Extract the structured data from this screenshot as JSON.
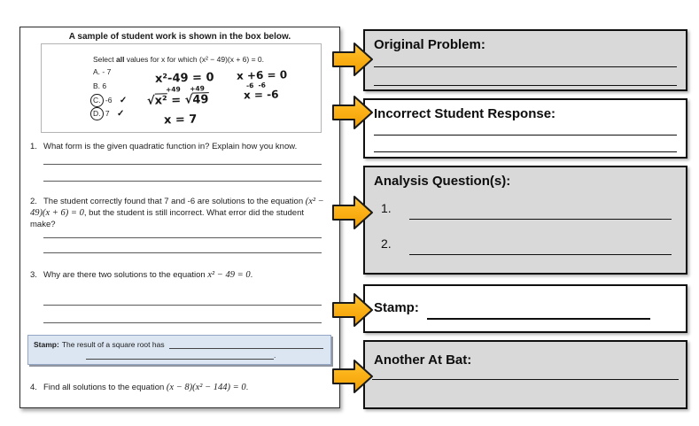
{
  "colors": {
    "arrow_fill": "#FBB117",
    "panel_gray": "#D9D9D9",
    "stamp_blue": "#DCE6F2"
  },
  "worksheet": {
    "title": "A sample of student work is shown in the box below.",
    "sample": {
      "prompt_pre": "Select ",
      "prompt_bold": "all",
      "prompt_post": " values for x for which (x² − 49)(x + 6) = 0.",
      "choices": [
        {
          "letter": "A.",
          "value": "- 7",
          "check": ""
        },
        {
          "letter": "B.",
          "value": "6",
          "check": ""
        },
        {
          "letter": "C.",
          "value": "-6",
          "check": "✓"
        },
        {
          "letter": "D.",
          "value": "7",
          "check": "✓"
        }
      ],
      "work": {
        "eq1": "x²-49 = 0",
        "eq1_carry": "+49    +49",
        "sqrt_sym1": "√",
        "sqrt_lhs": "x²",
        "sqrt_eq": "=",
        "sqrt_sym2": "√",
        "sqrt_rhs": "49",
        "eq3": "x = 7",
        "eq4": "x +6 = 0",
        "eq4_carry": "-6  -6",
        "eq5": "x = -6"
      }
    },
    "q1": {
      "num": "1.",
      "text": "What form is the given quadratic function in? Explain how you know."
    },
    "q2": {
      "num": "2.",
      "pre": "The student correctly found that 7 and -6 are solutions to the equation ",
      "math": "(x² − 49)(x + 6) = 0",
      "post": ", but the student is still incorrect. What error did the student make?"
    },
    "q3": {
      "num": "3.",
      "pre": "Why are there two solutions to the equation ",
      "math": "x² − 49 = 0",
      "post": "."
    },
    "q4": {
      "num": "4.",
      "pre": "Find all solutions to the equation ",
      "math": "(x − 8)(x² − 144) = 0",
      "post": "."
    },
    "stamp": {
      "label": "Stamp:",
      "text": "The result of a square root has",
      "period": "."
    }
  },
  "panels": {
    "original": {
      "label": "Original Problem:"
    },
    "incorrect": {
      "label": "Incorrect Student Response:"
    },
    "analysis": {
      "label": "Analysis Question(s):",
      "item1": "1.",
      "item2": "2."
    },
    "stamp": {
      "label": "Stamp:"
    },
    "another": {
      "label": "Another At Bat:"
    }
  }
}
